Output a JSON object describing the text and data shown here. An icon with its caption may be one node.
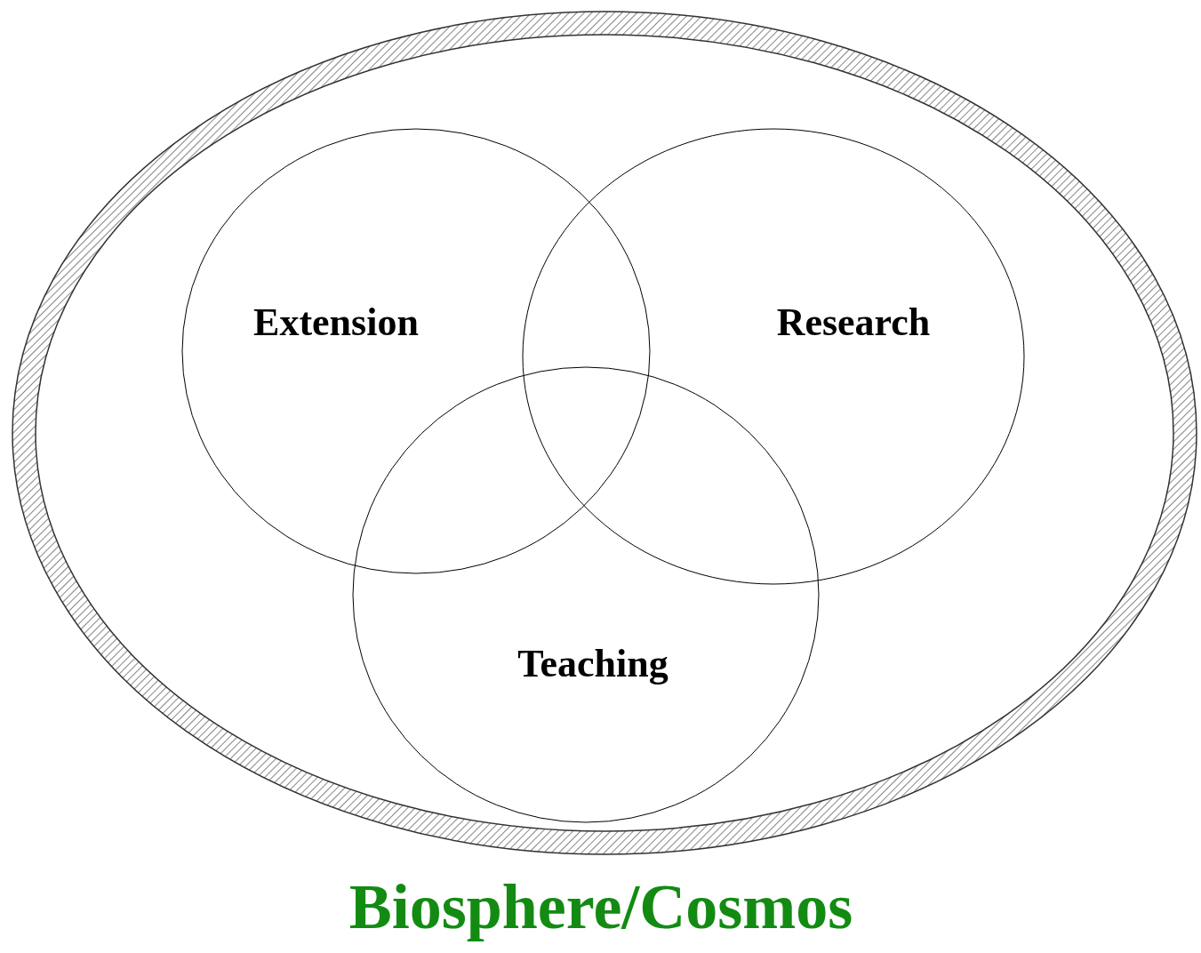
{
  "diagram": {
    "nodes": [
      {
        "text": [
          "Biosphere/Cosmos"
        ]
      },
      {
        "text": [
          "Extension"
        ],
        "in": 0
      },
      {
        "text": [
          "Research"
        ],
        "in": 0
      },
      {
        "text": [
          "Teaching"
        ],
        "in": 0
      }
    ]
  }
}
